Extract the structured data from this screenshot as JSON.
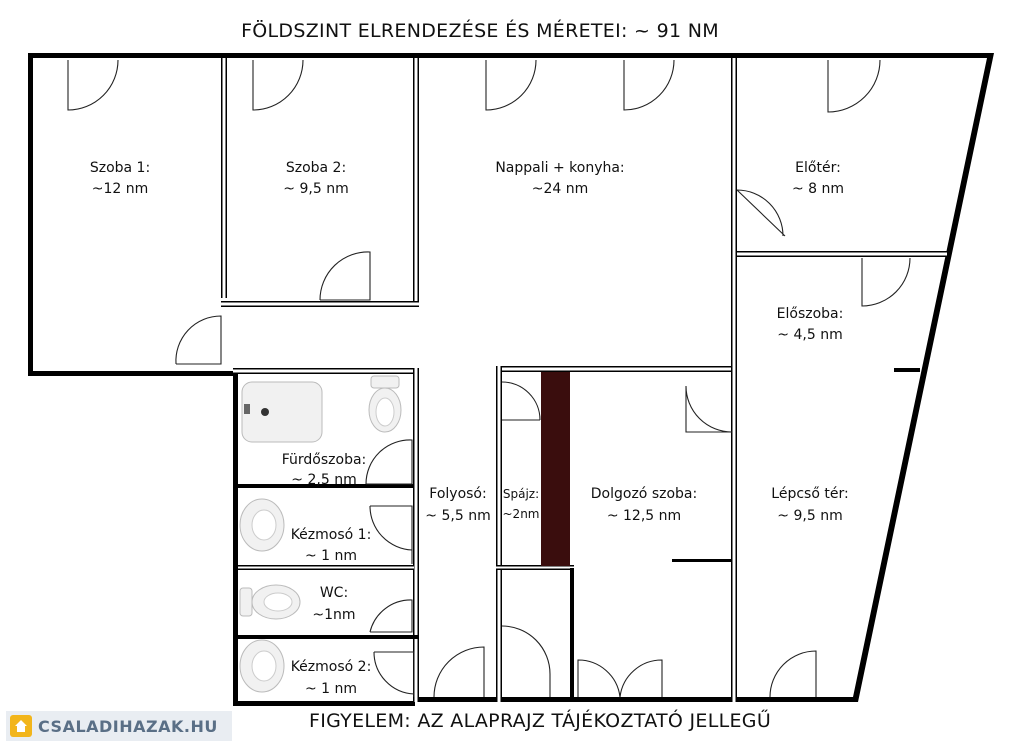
{
  "title": "FÖLDSZINT ELRENDEZÉSE ÉS MÉRETEI: ~ 91 NM",
  "footer": "FIGYELEM: AZ ALAPRAJZ TÁJÉKOZTATÓ JELLEGŰ",
  "watermark": "CSALADIHAZAK.HU",
  "rooms": {
    "szoba1": {
      "name": "Szoba 1:",
      "area": "~12 nm"
    },
    "szoba2": {
      "name": "Szoba 2:",
      "area": "~ 9,5 nm"
    },
    "nappali": {
      "name": "Nappali + konyha:",
      "area": "~24 nm"
    },
    "eloter": {
      "name": "Előtér:",
      "area": "~ 8 nm"
    },
    "eloszoba": {
      "name": "Előszoba:",
      "area": "~ 4,5 nm"
    },
    "furdo": {
      "name": "Fürdőszoba:",
      "area": "~ 2,5 nm"
    },
    "kezmoso1": {
      "name": "Kézmosó 1:",
      "area": "~ 1 nm"
    },
    "wc": {
      "name": "WC:",
      "area": "~1nm"
    },
    "kezmoso2": {
      "name": "Kézmosó 2:",
      "area": "~ 1 nm"
    },
    "folyoso": {
      "name": "Folyosó:",
      "area": "~ 5,5 nm"
    },
    "spajz": {
      "name": "Spájz:",
      "area": "~2nm"
    },
    "dolgozo": {
      "name": "Dolgozó szoba:",
      "area": "~ 12,5 nm"
    },
    "lepcso": {
      "name": "Lépcső tér:",
      "area": "~ 9,5 nm"
    }
  },
  "colors": {
    "wall": "#000000",
    "pantry": "#3a0d0d",
    "watermark_bg": "#e9edf2",
    "watermark_text": "#5a6f86"
  }
}
